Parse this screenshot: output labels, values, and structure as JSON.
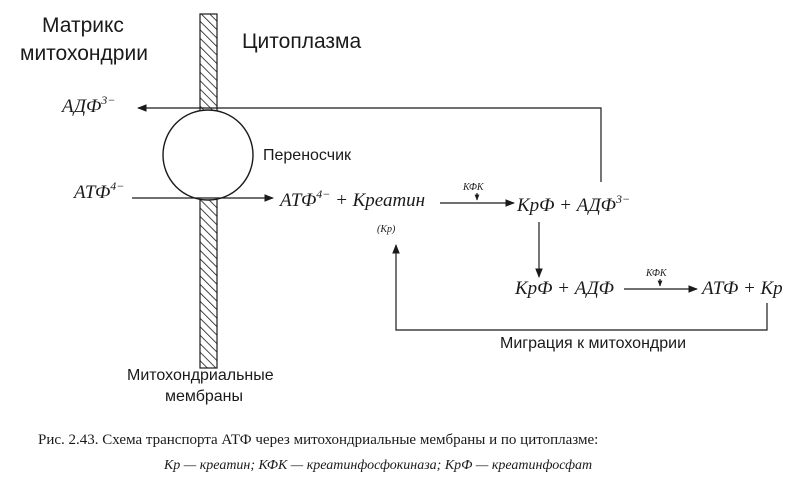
{
  "labels": {
    "matrix_line1": "Матрикс",
    "matrix_line2": "митохондрии",
    "cytoplasm": "Цитоплазма",
    "carrier": "Переносчик",
    "membranes_line1": "Митохондриальные",
    "membranes_line2": "мембраны",
    "migration": "Миграция к митохондрии"
  },
  "species": {
    "adp3": {
      "base": "АДФ",
      "charge": "3−"
    },
    "atp4_in": {
      "base": "АТФ",
      "charge": "4−"
    }
  },
  "reaction1": {
    "atp": "АТФ",
    "atp_charge": "4−",
    "plus_creatine": "+ Креатин",
    "creatine_abbr": "(Кр)",
    "enzyme": "КФК",
    "product": "КрФ + АДФ",
    "product_charge": "3−"
  },
  "reaction2": {
    "left": "КрФ + АДФ",
    "enzyme": "КФК",
    "right": "АТФ + Кр"
  },
  "caption": {
    "line1": "Рис. 2.43. Схема транспорта АТФ через митохондриальные мембраны и по цитоплазме:",
    "line2": "Кр — креатин; КФК — креатинфосфокиназа; КрФ — креатинфосфат"
  }
}
